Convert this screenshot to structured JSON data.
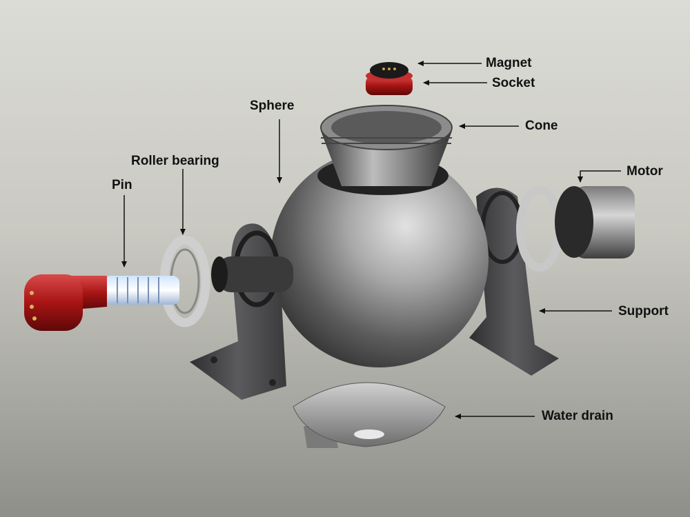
{
  "labels": {
    "magnet": "Magnet",
    "socket": "Socket",
    "sphere": "Sphere",
    "cone": "Cone",
    "roller_bearing": "Roller bearing",
    "motor": "Motor",
    "pin": "Pin",
    "support": "Support",
    "water_drain": "Water drain"
  },
  "colors": {
    "background_top": "#dcdcd6",
    "background_bottom": "#8f8f8a",
    "metal": "#8a8a8a",
    "plug_red": "#b01818",
    "support_dark": "#4a4a4c",
    "label_text": "#111111"
  }
}
